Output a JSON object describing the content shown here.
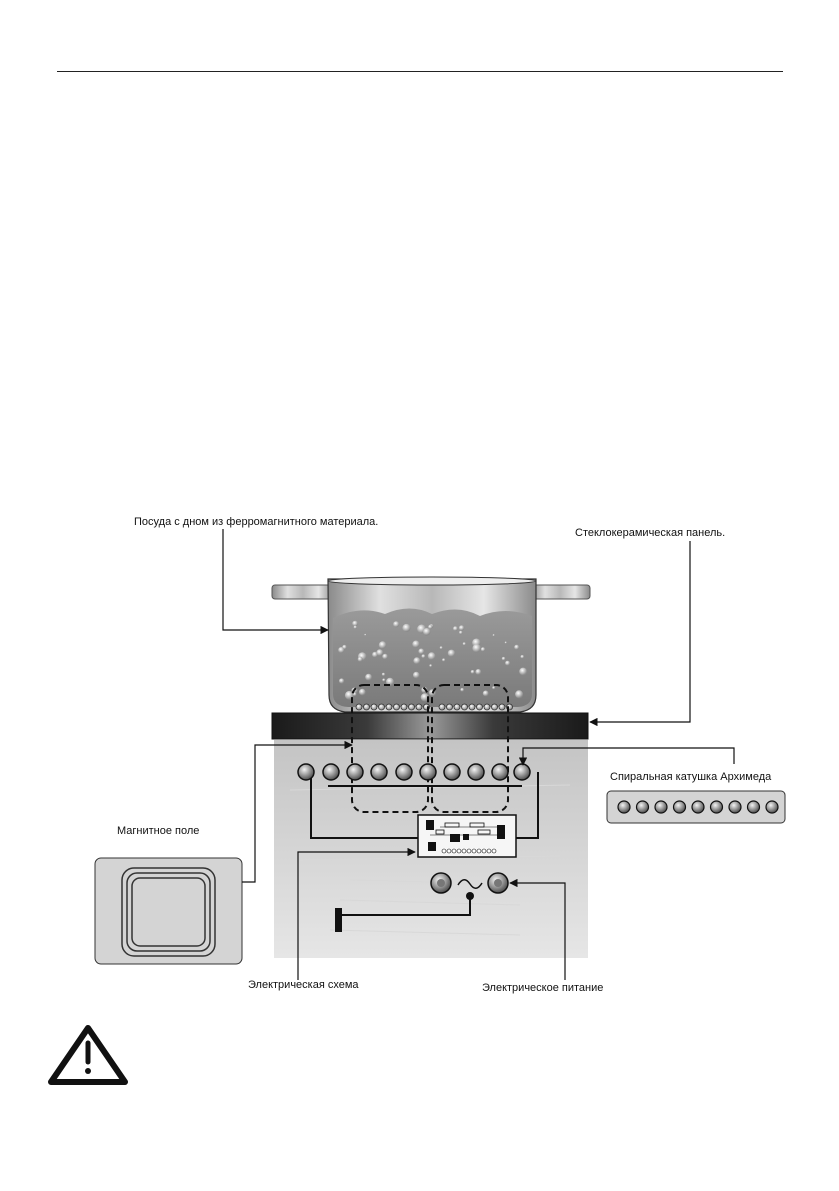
{
  "labels": {
    "cookware": "Посуда с дном из ферромагнитного материала.",
    "glass_panel": "Стеклокерамическая панель.",
    "coil": "Спиральная катушка Архимеда",
    "magnetic_field": "Магнитное поле",
    "circuit": "Электрическая схема",
    "power": "Электрическое питание"
  },
  "icons": {
    "warning": "warning-triangle-icon"
  },
  "colors": {
    "ink": "#111111",
    "panel_gray": "#cfcfcf",
    "glass_dark": "#2a2a2a"
  }
}
